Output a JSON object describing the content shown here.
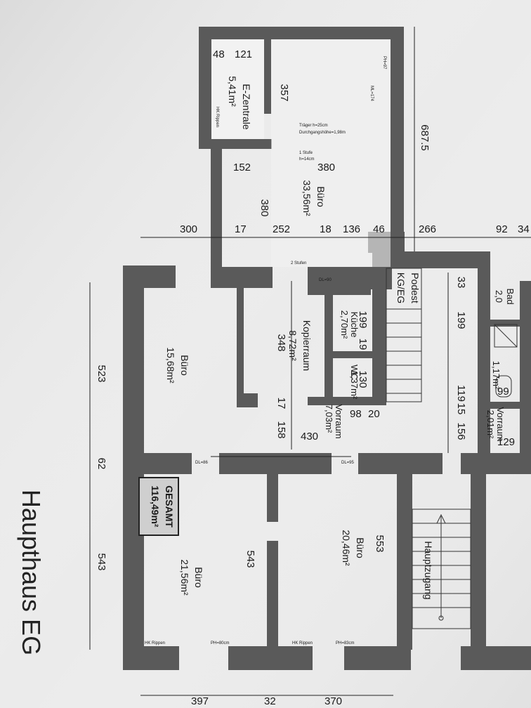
{
  "title": "Haupthaus EG",
  "gesamt": {
    "label": "GESAMT",
    "area": "116,49m²"
  },
  "rooms": {
    "ezentrale": {
      "name": "E-Zentrale",
      "area": "5,41m²"
    },
    "buero_top": {
      "name": "Büro",
      "area": "33,56m²"
    },
    "buero_left": {
      "name": "Büro",
      "area": "15,68m²"
    },
    "kopierraum": {
      "name": "Kopierraum",
      "area": "8,72m²"
    },
    "kueche": {
      "name": "Küche",
      "area": "2,70m²"
    },
    "wc": {
      "name": "WC",
      "area": "1,37m²"
    },
    "vorraum": {
      "name": "Vorraum",
      "area": "7,03m²"
    },
    "buero_bl": {
      "name": "Büro",
      "area": "21,56m²"
    },
    "buero_bm": {
      "name": "Büro",
      "area": "20,46m²"
    },
    "podest": {
      "name": "Podest",
      "sub": "KG/EG"
    },
    "bad": {
      "name": "Bad",
      "area": "2,0"
    },
    "wc_right": {
      "area": "1,17m²"
    },
    "vorraum_right": {
      "name": "Vorraum",
      "area": "2,01m²"
    },
    "haupt": {
      "name": "Hauptzugang"
    }
  },
  "dims": {
    "d48": "48",
    "d121": "121",
    "d357": "357",
    "d687": "687.5",
    "d152": "152",
    "d380a": "380",
    "d380b": "380",
    "d300": "300",
    "d17a": "17",
    "d252": "252",
    "d18": "18",
    "d136": "136",
    "d46": "46",
    "d266": "266",
    "d92": "92",
    "d34": "34",
    "d33": "33",
    "d199a": "199",
    "d199b": "199",
    "d19": "19",
    "d130": "130",
    "d348": "348",
    "d17b": "17",
    "d158": "158",
    "d98": "98",
    "d20": "20",
    "d430": "430",
    "d119": "119",
    "d15": "15",
    "d156": "156",
    "d99": "99",
    "d129": "129",
    "d523": "523",
    "d62": "62",
    "d543a": "543",
    "d543b": "543",
    "d553": "553",
    "d397": "397",
    "d32": "32",
    "d370": "370"
  },
  "notes": {
    "treppe": "2 Stufen",
    "stufe": "1 Stufe",
    "stufe_h": "h=14cm",
    "traeger": "Träger h=25cm",
    "durchgang": "Durchgangshöhe=1,98m",
    "hk": "HK Rippen",
    "hk1": "HK Rippen",
    "hk2": "HK Rippen",
    "ph80": "PH=80cm",
    "ph83": "PH=83cm",
    "ph97": "PH=97",
    "ml174": "ML=174",
    "dl90": "DL=90",
    "dl95": "DL=95",
    "dl86": "DL=86"
  }
}
